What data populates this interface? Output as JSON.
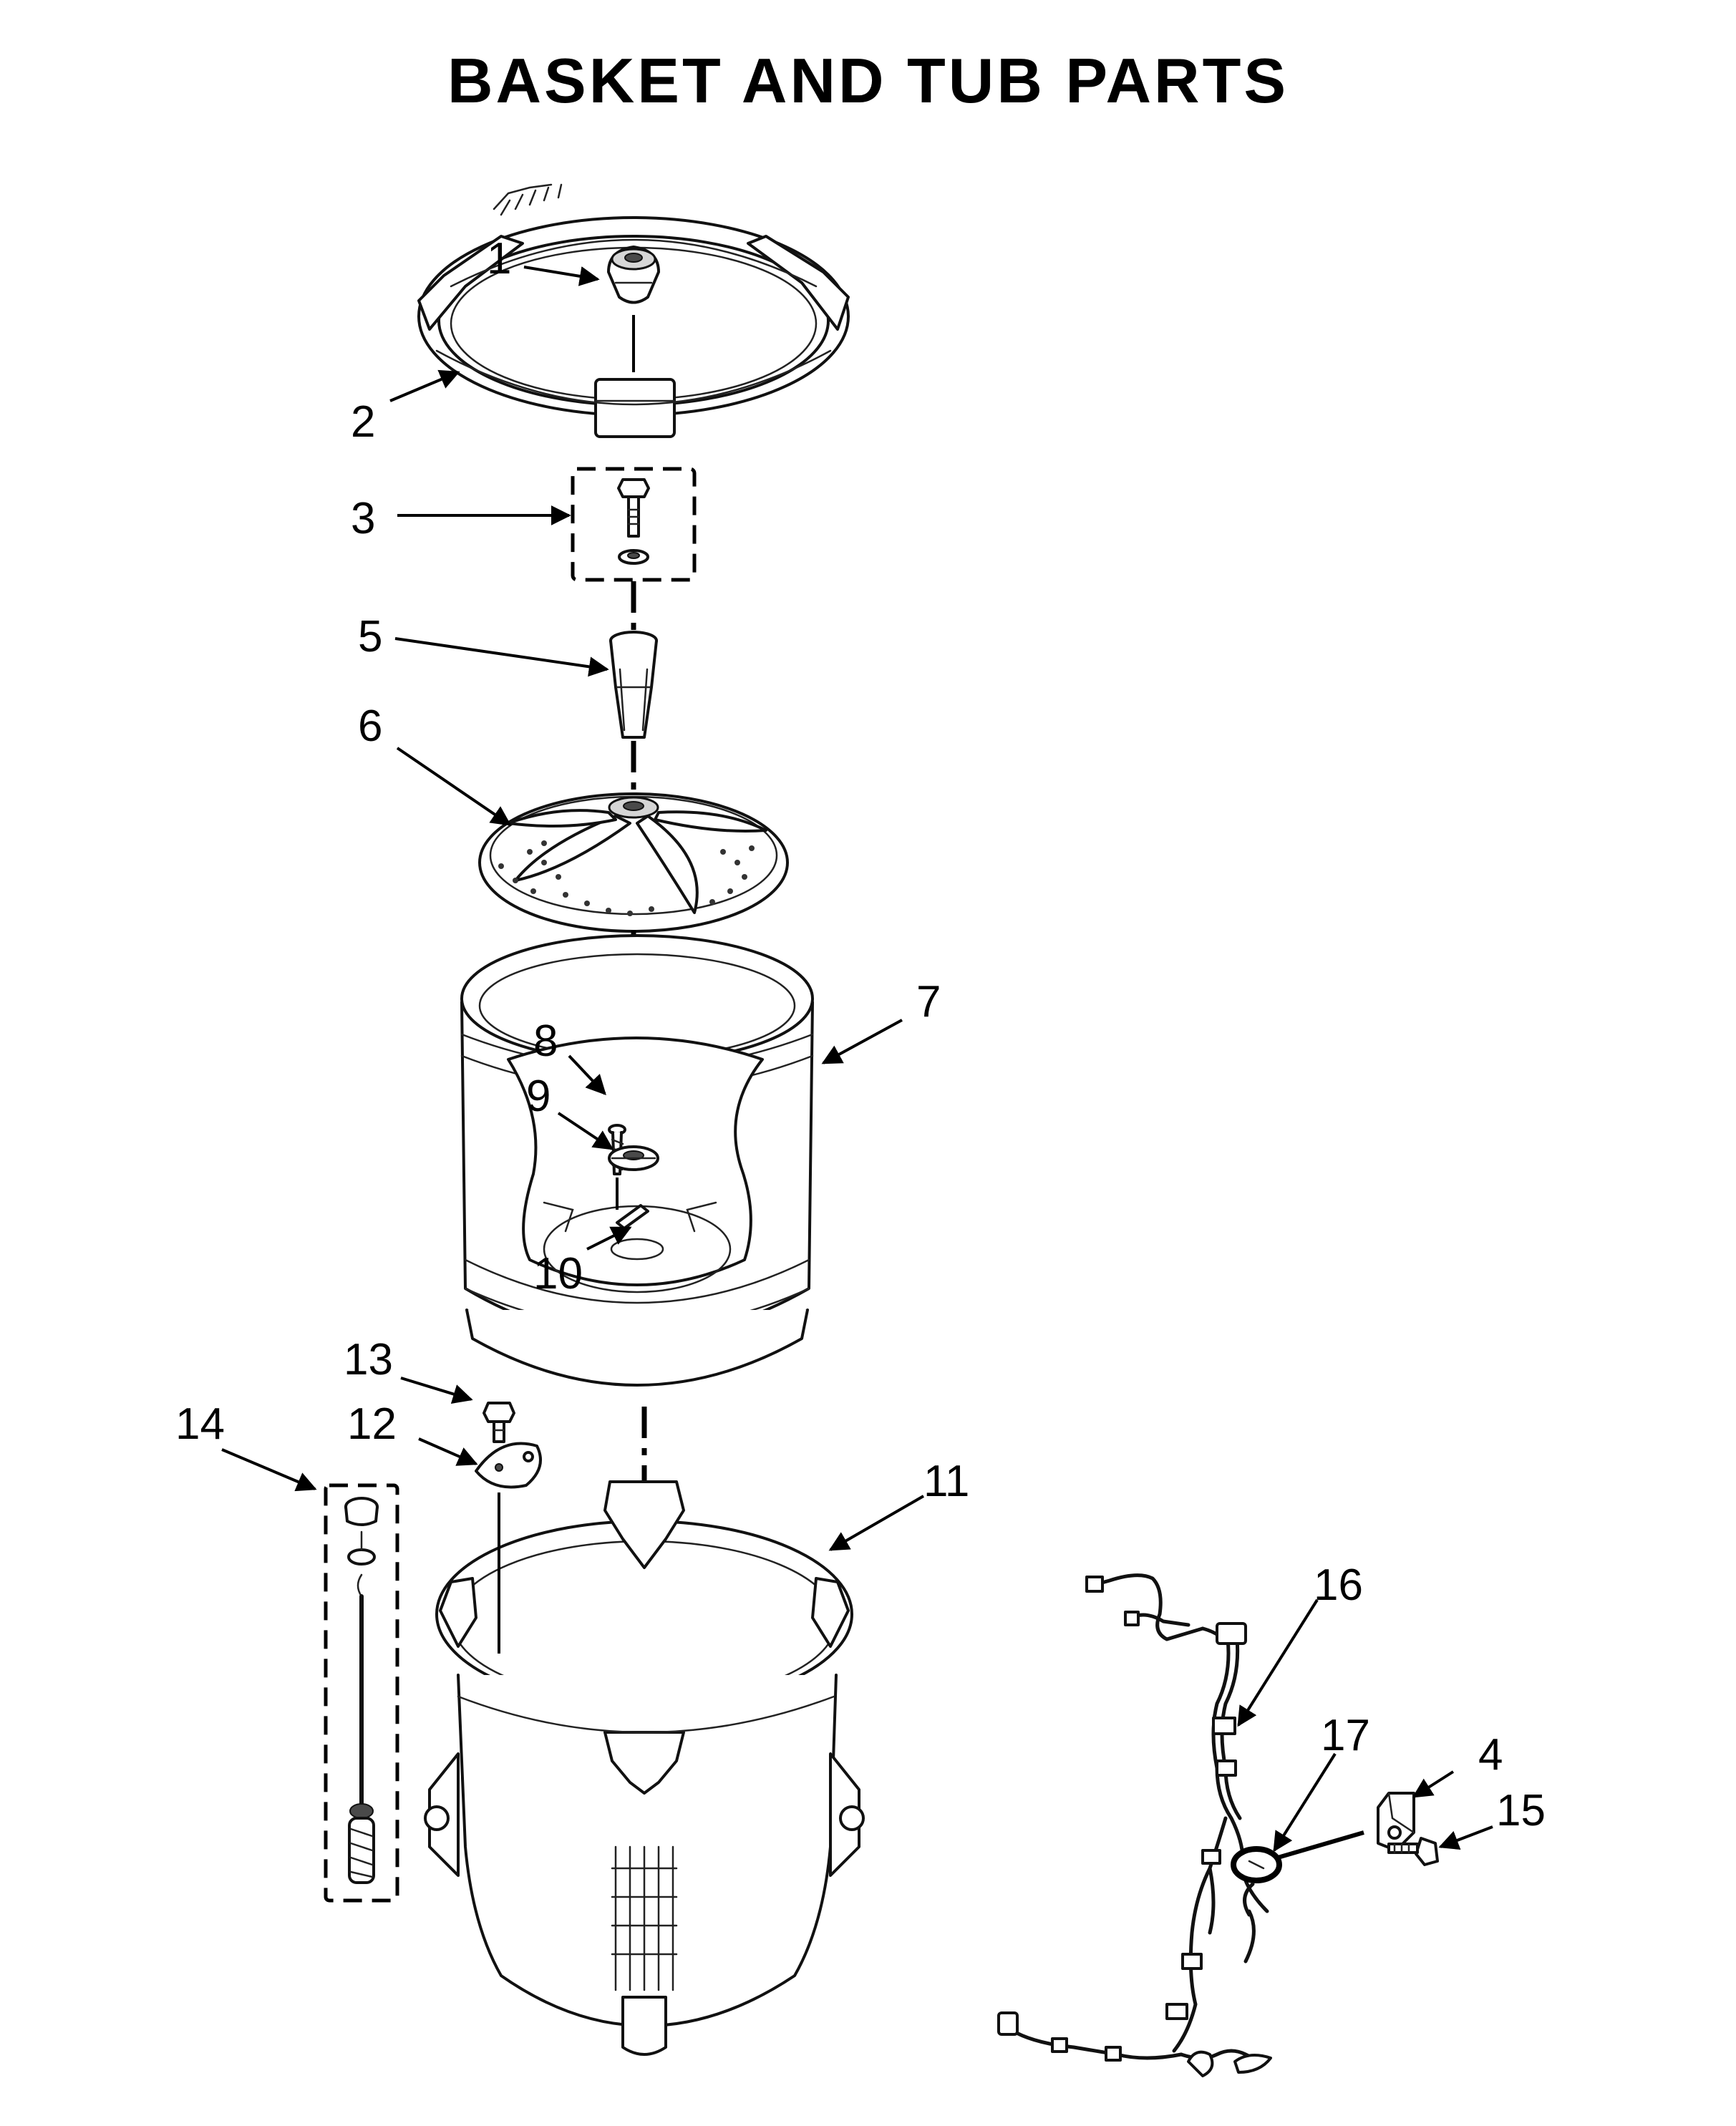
{
  "title": "BASKET AND TUB PARTS",
  "callouts": [
    {
      "id": "1",
      "part": "agitator-cap"
    },
    {
      "id": "2",
      "part": "tub-ring"
    },
    {
      "id": "3",
      "part": "bolt-kit"
    },
    {
      "id": "4",
      "part": "harness-clip"
    },
    {
      "id": "5",
      "part": "drive-shaft-adapter"
    },
    {
      "id": "6",
      "part": "impeller"
    },
    {
      "id": "7",
      "part": "basket"
    },
    {
      "id": "8",
      "part": "screw"
    },
    {
      "id": "9",
      "part": "hub"
    },
    {
      "id": "10",
      "part": "clip"
    },
    {
      "id": "11",
      "part": "outer-tub"
    },
    {
      "id": "12",
      "part": "cover-plate"
    },
    {
      "id": "13",
      "part": "bolt"
    },
    {
      "id": "14",
      "part": "suspension-rod-kit"
    },
    {
      "id": "15",
      "part": "ground-screw"
    },
    {
      "id": "16",
      "part": "wire-harness"
    },
    {
      "id": "17",
      "part": "ferrite-ring"
    }
  ]
}
